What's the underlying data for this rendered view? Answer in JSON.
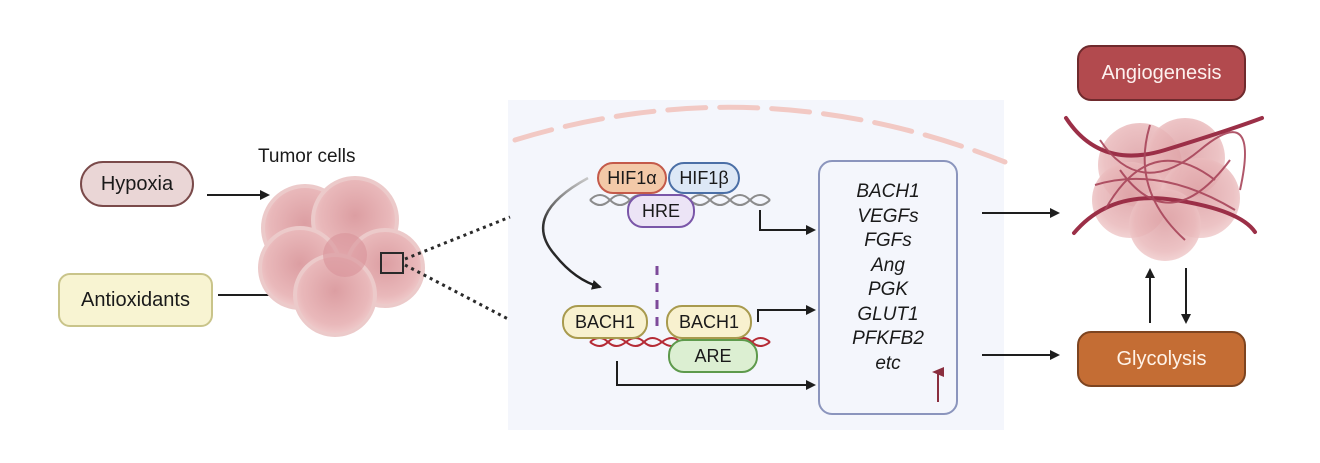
{
  "diagram": {
    "inputs": [
      {
        "id": "hypoxia",
        "label": "Hypoxia"
      },
      {
        "id": "antioxidants",
        "label": "Antioxidants"
      }
    ],
    "tumor_label": "Tumor cells",
    "proteins": {
      "hif1a": "HIF1α",
      "hif1b": "HIF1β",
      "hre": "HRE",
      "bach1_left": "BACH1",
      "bach1_right": "BACH1",
      "are": "ARE"
    },
    "target_genes": [
      "BACH1",
      "VEGFs",
      "FGFs",
      "Ang",
      "PGK",
      "GLUT1",
      "PFKFB2",
      "etc"
    ],
    "upregulation_indicator": "up-arrow",
    "outputs": [
      {
        "id": "angiogenesis",
        "label": "Angiogenesis"
      },
      {
        "id": "glycolysis",
        "label": "Glycolysis"
      }
    ],
    "colors": {
      "angiogenesis": "#b24a4e",
      "glycolysis": "#c46d34",
      "tumor": "#e6b3b5",
      "vessel": "#9b2f47",
      "panel_bg": "#f4f6fc",
      "membrane": "#f2c9c4"
    }
  }
}
